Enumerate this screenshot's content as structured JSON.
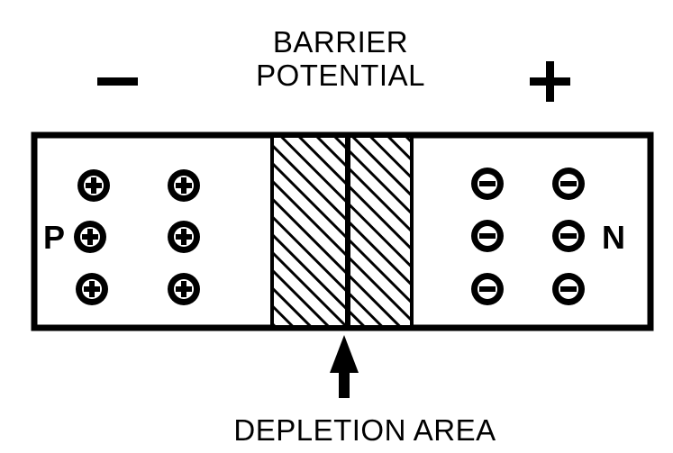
{
  "diagram": {
    "title_line1": "BARRIER",
    "title_line2": "POTENTIAL",
    "left_polarity": "—",
    "right_polarity": "+",
    "p_label": "P",
    "n_label": "N",
    "depletion_label": "DEPLETION AREA",
    "p_region_charge": "positive",
    "n_region_charge": "negative",
    "p_region_ion_count": 6,
    "n_region_ion_count": 6,
    "colors": {
      "ink": "#000000",
      "background": "#ffffff"
    }
  }
}
